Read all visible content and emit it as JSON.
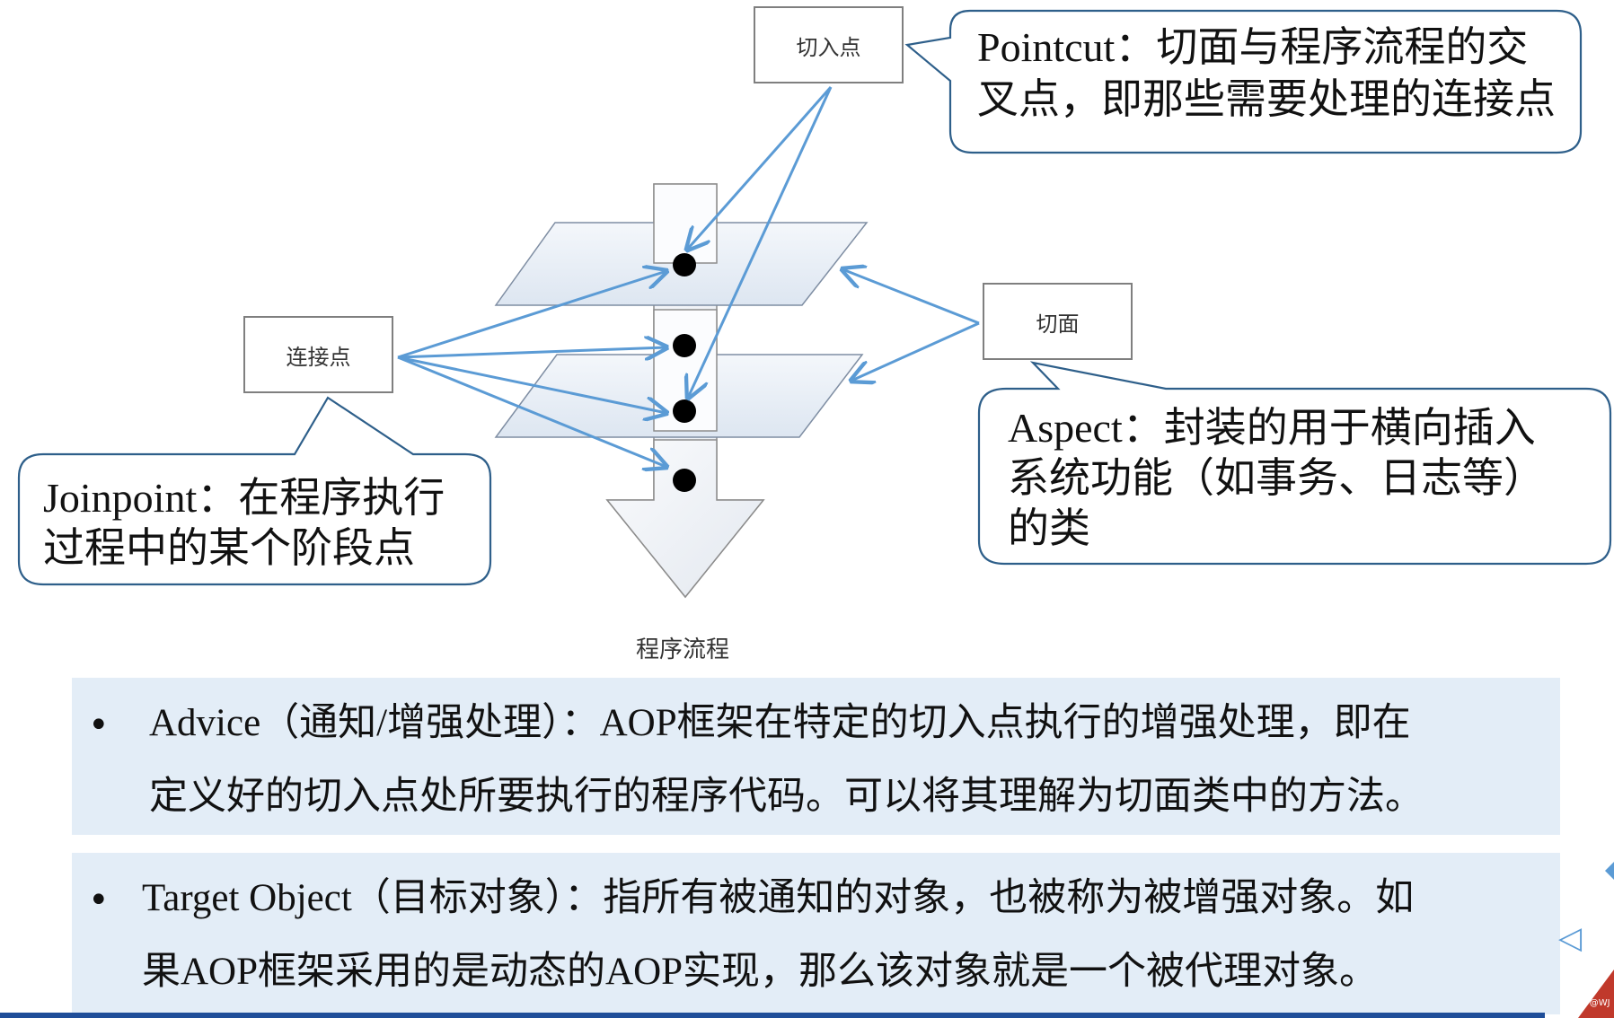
{
  "diagram": {
    "boxes": {
      "pointcut_label": "切入点",
      "aspect_label": "切面",
      "joinpoint_label": "连接点"
    },
    "callouts": {
      "pointcut_line1": "Pointcut：切面与程序流程的交",
      "pointcut_line2": "叉点，即那些需要处理的连接点",
      "aspect_line1": "Aspect：封装的用于横向插入",
      "aspect_line2": "系统功能（如事务、日志等）",
      "aspect_line3": "的类",
      "joinpoint_line1": "Joinpoint：在程序执行",
      "joinpoint_line2": "过程中的某个阶段点"
    },
    "flow_label": "程序流程",
    "colors": {
      "arrow": "#5b9bd5",
      "callout_border": "#2e5f8a",
      "box_border": "#7f7f7f",
      "plane_fill": "#e6edf6",
      "panel_bg": "#e3edf7"
    }
  },
  "definitions": {
    "advice_line1": "Advice（通知/增强处理）：AOP框架在特定的切入点执行的增强处理，即在",
    "advice_line2": "定义好的切入点处所要执行的程序代码。可以将其理解为切面类中的方法。",
    "target_line1": "Target Object（目标对象）：指所有被通知的对象，也被称为被增强对象。如",
    "target_line2": "果AOP框架采用的是动态的AOP实现，那么该对象就是一个被代理对象。",
    "bullet": "•"
  },
  "footer": {
    "watermark": "CSDN @WJ",
    "nav_icon": "left-triangle-icon"
  }
}
